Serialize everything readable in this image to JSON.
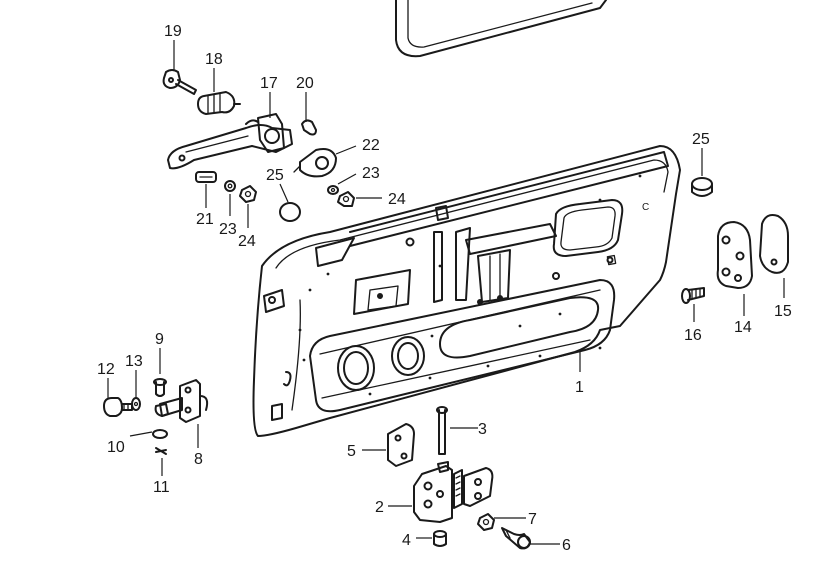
{
  "callouts": {
    "c1": "1",
    "c2": "2",
    "c3": "3",
    "c4": "4",
    "c5": "5",
    "c6": "6",
    "c7": "7",
    "c8": "8",
    "c9": "9",
    "c10": "10",
    "c11": "11",
    "c12": "12",
    "c13": "13",
    "c14": "14",
    "c15": "15",
    "c16": "16",
    "c17": "17",
    "c18": "18",
    "c19": "19",
    "c20": "20",
    "c21": "21",
    "c22": "22",
    "c23a": "23",
    "c23b": "23",
    "c24a": "24",
    "c24b": "24",
    "c25a": "25",
    "c25b": "25"
  },
  "panel_mark": "C"
}
